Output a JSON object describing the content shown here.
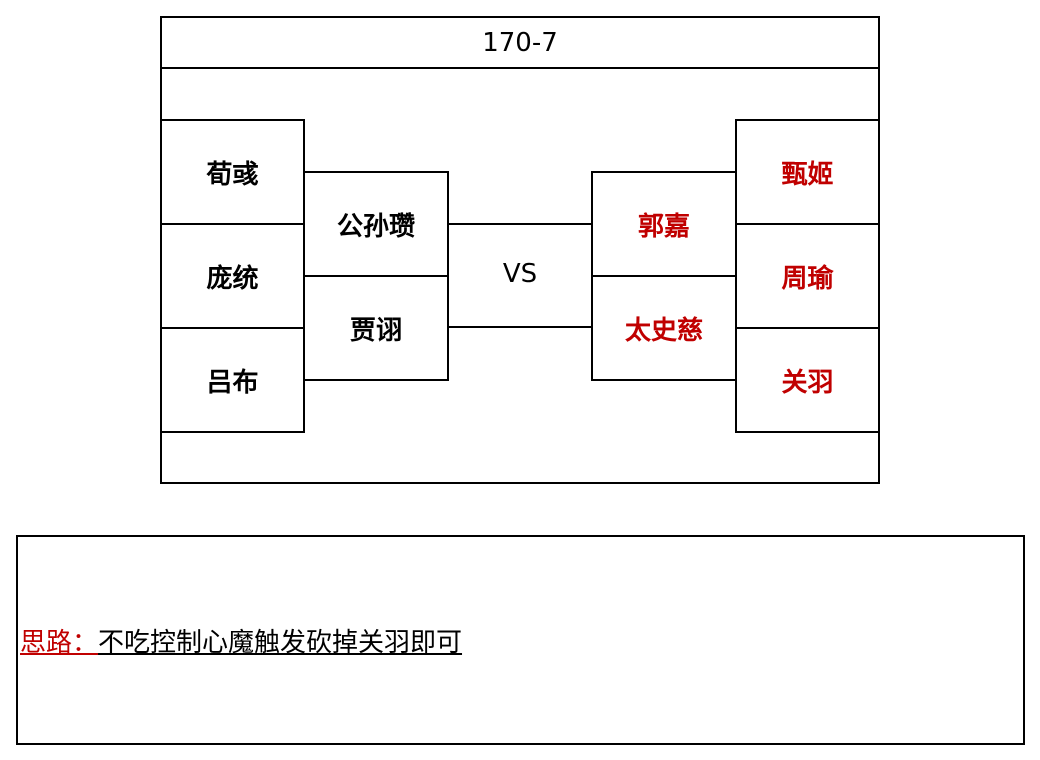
{
  "title": "170-7",
  "vs_label": "VS",
  "left_team": {
    "outer": [
      "荀彧",
      "庞统",
      "吕布"
    ],
    "inner": [
      "公孙瓒",
      "贾诩"
    ]
  },
  "right_team": {
    "inner": [
      "郭嘉",
      "太史慈"
    ],
    "outer": [
      "甄姬",
      "周瑜",
      "关羽"
    ]
  },
  "note": {
    "label": "思路：",
    "text": "不吃控制心魔触发砍掉关羽即可"
  },
  "colors": {
    "border": "#000000",
    "left_text": "#000000",
    "right_text": "#c00000",
    "note_label": "#c00000"
  }
}
